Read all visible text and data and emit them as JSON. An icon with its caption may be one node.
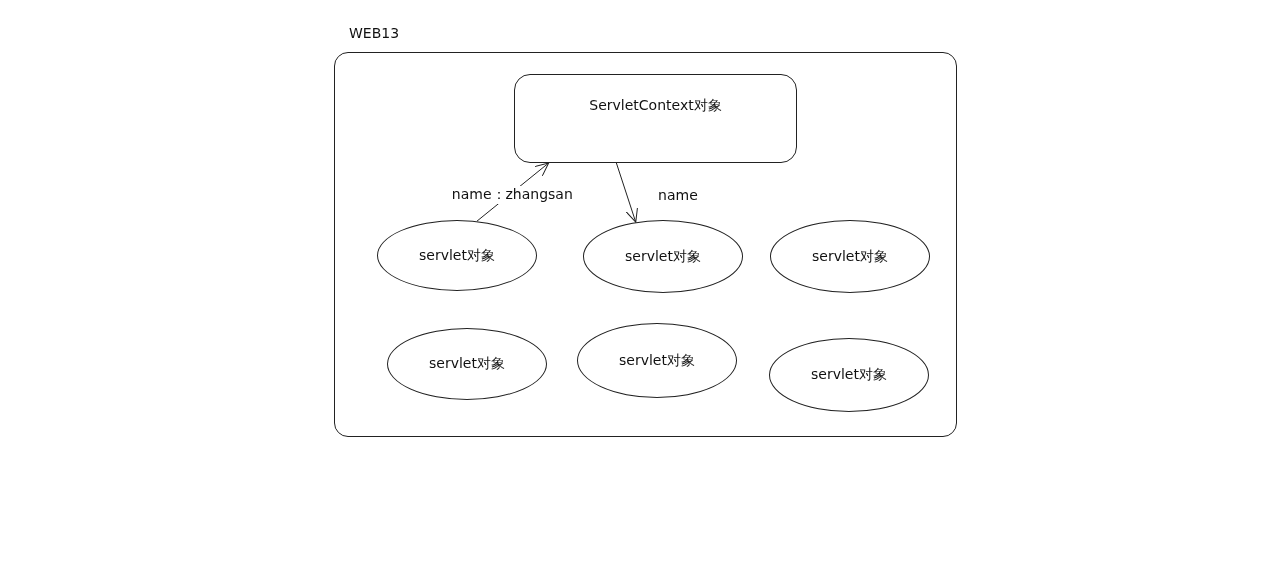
{
  "diagram": {
    "nodes": [
      {
        "text": [
          "WEB13"
        ]
      },
      {
        "text": [
          "ServletContext对象"
        ],
        "in": 0
      },
      {
        "text": [
          "servlet对象"
        ],
        "in": 0
      },
      {
        "text": [
          "servlet对象"
        ],
        "in": 0
      },
      {
        "text": [
          "servlet对象"
        ],
        "in": 0
      },
      {
        "text": [
          "servlet对象"
        ],
        "in": 0
      },
      {
        "text": [
          "servlet对象"
        ],
        "in": 0
      },
      {
        "text": [
          "servlet对象"
        ],
        "in": 0
      }
    ],
    "edges": [
      {
        "from": 2,
        "to": 1,
        "arrow": "to",
        "label": "name：zhangsan"
      },
      {
        "from": 1,
        "to": 3,
        "arrow": "to",
        "label": "name"
      }
    ]
  }
}
